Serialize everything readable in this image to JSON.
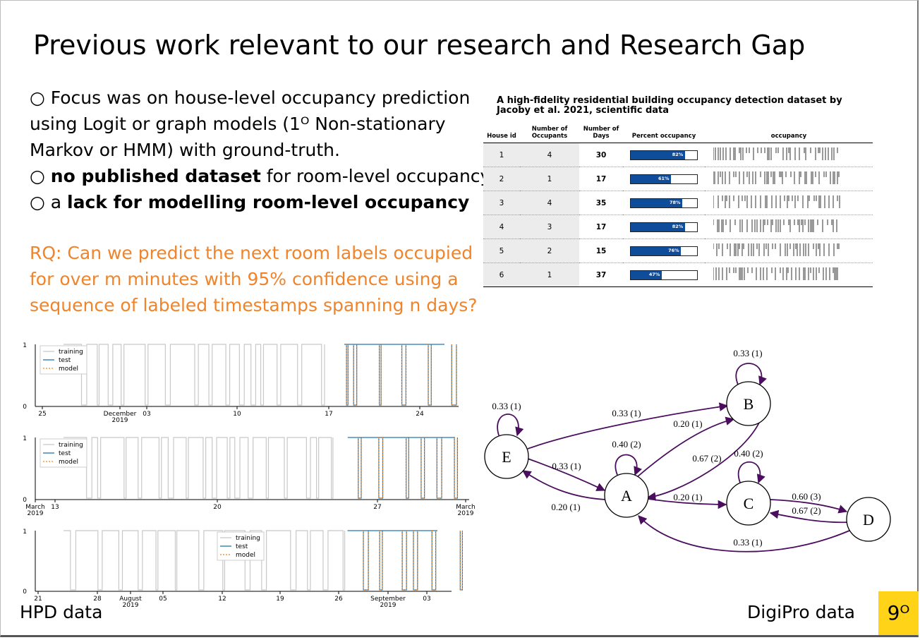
{
  "title": "Previous work relevant to our research and Research Gap",
  "bullets": {
    "b1_l1": "○ Focus was on house-level occupancy prediction",
    "b1_l2": "using Logit or graph models (1ᴼ Non-stationary",
    "b1_l3": "Markov or HMM) with ground-truth.",
    "b2_pre": "○ ",
    "b2_bold": "no published dataset",
    "b2_post": " for room-level occupancy.",
    "b3_pre": "○ a ",
    "b3_bold": "lack for modelling room-level occupancy"
  },
  "research_question": {
    "l1": "RQ: Can we predict the next room labels occupied",
    "l2": "for over m minutes with 95% confidence using a",
    "l3": "sequence of labeled timestamps spanning n days?"
  },
  "dataset_table": {
    "title": "A high-fidelity residential building occupancy detection dataset by Jacoby et al. 2021, scientific data",
    "headers": [
      "House id",
      "Number of Occupants",
      "Number of Days",
      "Percent occupancy",
      "occupancy"
    ],
    "rows": [
      {
        "house": "1",
        "occupants": "4",
        "days": "30",
        "percent": "82%",
        "frac": 0.82
      },
      {
        "house": "2",
        "occupants": "1",
        "days": "17",
        "percent": "61%",
        "frac": 0.61
      },
      {
        "house": "3",
        "occupants": "4",
        "days": "35",
        "percent": "78%",
        "frac": 0.78
      },
      {
        "house": "4",
        "occupants": "3",
        "days": "17",
        "percent": "82%",
        "frac": 0.82
      },
      {
        "house": "5",
        "occupants": "2",
        "days": "15",
        "percent": "76%",
        "frac": 0.76
      },
      {
        "house": "6",
        "occupants": "1",
        "days": "37",
        "percent": "47%",
        "frac": 0.47
      }
    ]
  },
  "plots": {
    "legend": [
      "training",
      "test",
      "model"
    ],
    "p1": {
      "ticks": [
        "25",
        "December\n2019",
        "03",
        "10",
        "17",
        "24"
      ]
    },
    "p2": {
      "ticks": [
        "March\n2019",
        "13",
        "20",
        "27",
        "March\n2019"
      ]
    },
    "p3": {
      "ticks": [
        "21",
        "28",
        "August\n2019",
        "05",
        "12",
        "19",
        "26",
        "September\n2019",
        "03"
      ]
    },
    "y_ticks": [
      "0",
      "1"
    ]
  },
  "markov_graph": {
    "nodes": [
      "A",
      "B",
      "C",
      "D",
      "E"
    ],
    "edges": [
      {
        "from": "B",
        "to": "B",
        "label": "0.33 (1)"
      },
      {
        "from": "E",
        "to": "E",
        "label": "0.33 (1)"
      },
      {
        "from": "E",
        "to": "B",
        "label": "0.33 (1)"
      },
      {
        "from": "A",
        "to": "B",
        "label": "0.20 (1)"
      },
      {
        "from": "A",
        "to": "A",
        "label": "0.40 (2)"
      },
      {
        "from": "B",
        "to": "A",
        "label": "0.67 (2)"
      },
      {
        "from": "C",
        "to": "C",
        "label": "0.40 (2)"
      },
      {
        "from": "E",
        "to": "A",
        "label": "0.33 (1)"
      },
      {
        "from": "A",
        "to": "E",
        "label": "0.20 (1)"
      },
      {
        "from": "A",
        "to": "C",
        "label": "0.20 (1)"
      },
      {
        "from": "C",
        "to": "D",
        "label": "0.60 (3)"
      },
      {
        "from": "D",
        "to": "C",
        "label": "0.67 (2)"
      },
      {
        "from": "D",
        "to": "A",
        "label": "0.33 (1)"
      }
    ]
  },
  "footer": {
    "left": "HPD data",
    "right": "DigiPro data",
    "page": "9ᴼ"
  },
  "colors": {
    "rq": "#f0842b",
    "bar": "#0f4c9a",
    "graph_edge": "#4b0d5e",
    "page_badge": "#ffd317"
  }
}
